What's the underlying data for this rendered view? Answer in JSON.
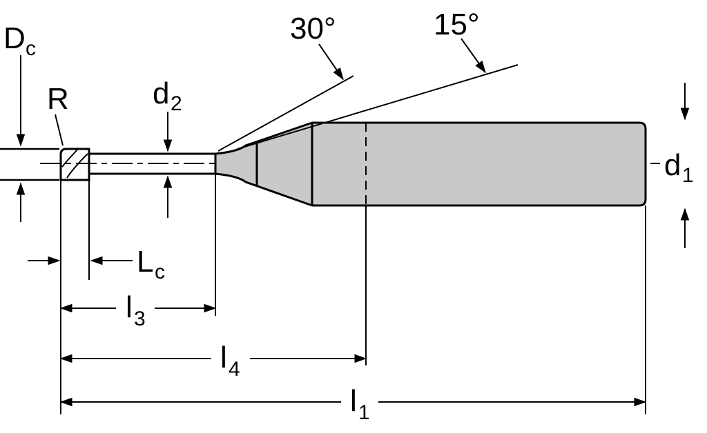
{
  "diagram": {
    "description": "Technical dimension drawing of a tapered-neck end mill (side view)",
    "colors": {
      "tool_fill": "#c9c9c9",
      "line": "#000000",
      "background": "#ffffff"
    },
    "labels": {
      "Dc": {
        "main": "D",
        "sub": "c"
      },
      "R": {
        "main": "R"
      },
      "d2": {
        "main": "d",
        "sub": "2"
      },
      "angle30": {
        "main": "30°"
      },
      "angle15": {
        "main": "15°"
      },
      "d1": {
        "main": "d",
        "sub": "1"
      },
      "Lc": {
        "main": "L",
        "sub": "c"
      },
      "l3": {
        "main": "l",
        "sub": "3"
      },
      "l4": {
        "main": "l",
        "sub": "4"
      },
      "l1": {
        "main": "l",
        "sub": "1"
      }
    }
  }
}
